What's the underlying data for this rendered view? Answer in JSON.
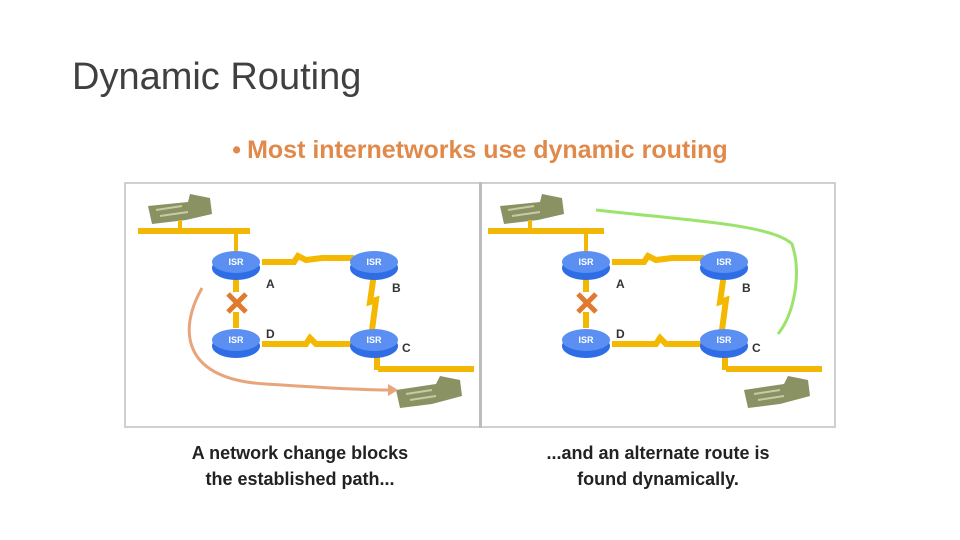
{
  "slide": {
    "title": "Dynamic Routing",
    "bullet_marker": "•",
    "bullet_text": "Most internetworks use dynamic routing"
  },
  "diagram": {
    "panels": [
      {
        "routers": [
          {
            "label": "A",
            "text": "ISR"
          },
          {
            "label": "B",
            "text": "ISR"
          },
          {
            "label": "C",
            "text": "ISR"
          },
          {
            "label": "D",
            "text": "ISR"
          }
        ],
        "blocked_link_icon": "x-break-icon",
        "path_arrow_color": "#e8a47a",
        "caption_lines": [
          "A network change blocks",
          "the established path..."
        ]
      },
      {
        "routers": [
          {
            "label": "A",
            "text": "ISR"
          },
          {
            "label": "B",
            "text": "ISR"
          },
          {
            "label": "C",
            "text": "ISR"
          },
          {
            "label": "D",
            "text": "ISR"
          }
        ],
        "blocked_link_icon": "x-break-icon",
        "path_arrow_color": "#9be36a",
        "caption_lines": [
          "...and an alternate route is",
          "found dynamically."
        ]
      }
    ],
    "colors": {
      "router": "#2e6de6",
      "router_top": "#5b90f2",
      "link": "#f5b800",
      "lan": "#f2b705",
      "host": "#8a9163",
      "break": "#e07a2e",
      "bullet": "#e0894a"
    }
  }
}
